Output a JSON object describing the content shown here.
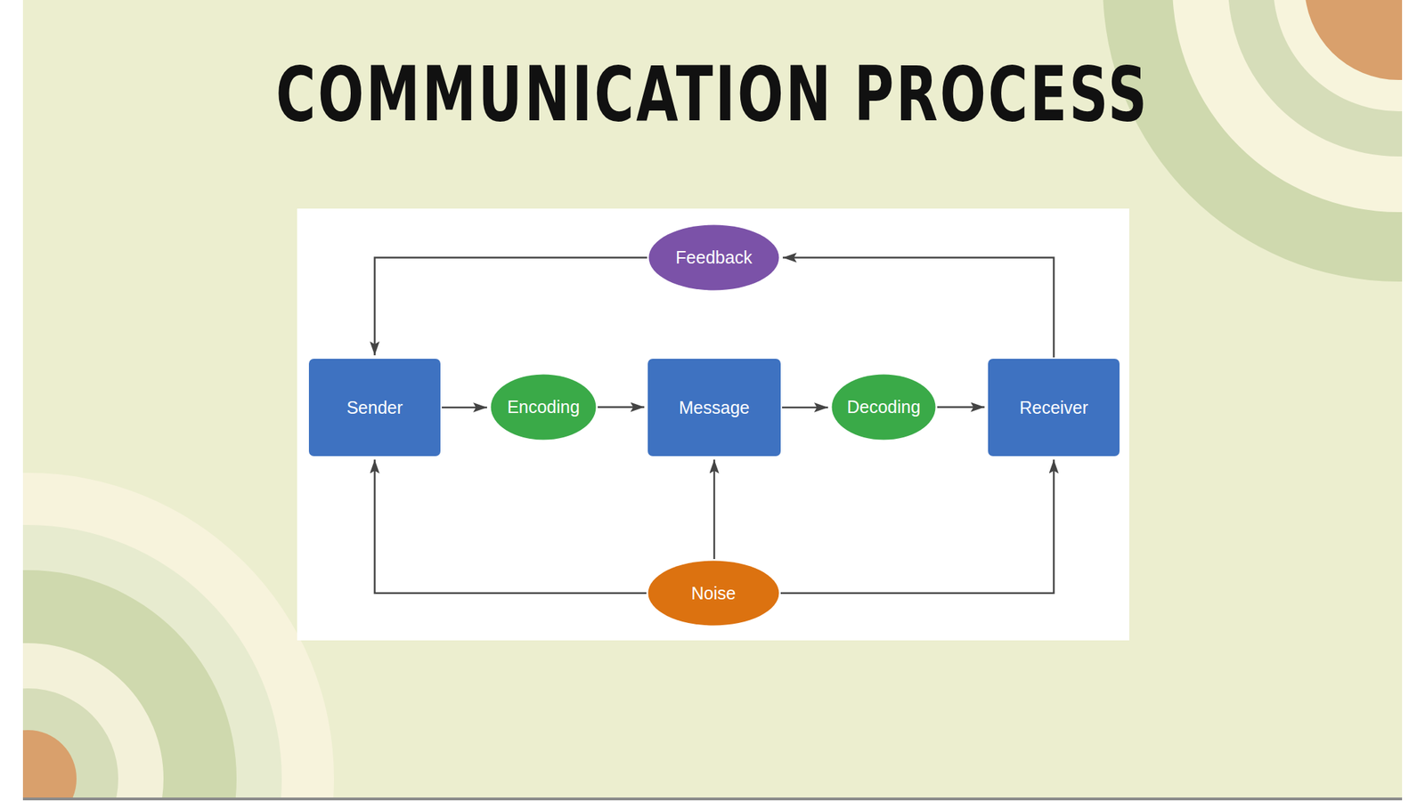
{
  "diagram": {
    "title": "COMMUNICATION PROCESS",
    "nodes": [
      {
        "text": [
          "Feedback"
        ]
      },
      {
        "text": [
          "Sender"
        ]
      },
      {
        "text": [
          "Encoding"
        ]
      },
      {
        "text": [
          "Message"
        ]
      },
      {
        "text": [
          "Decoding"
        ]
      },
      {
        "text": [
          "Receiver"
        ]
      },
      {
        "text": [
          "Noise"
        ]
      }
    ],
    "edges": [
      {
        "from": 1,
        "to": 2,
        "arrow": "to"
      },
      {
        "from": 2,
        "to": 3,
        "arrow": "to"
      },
      {
        "from": 3,
        "to": 4,
        "arrow": "to"
      },
      {
        "from": 4,
        "to": 5,
        "arrow": "to"
      },
      {
        "from": 5,
        "to": 0,
        "arrow": "to"
      },
      {
        "from": 0,
        "to": 1,
        "arrow": "to"
      },
      {
        "from": 6,
        "to": 1,
        "arrow": "to"
      },
      {
        "from": 6,
        "to": 3,
        "arrow": "to"
      },
      {
        "from": 6,
        "to": 5,
        "arrow": "to"
      }
    ]
  }
}
